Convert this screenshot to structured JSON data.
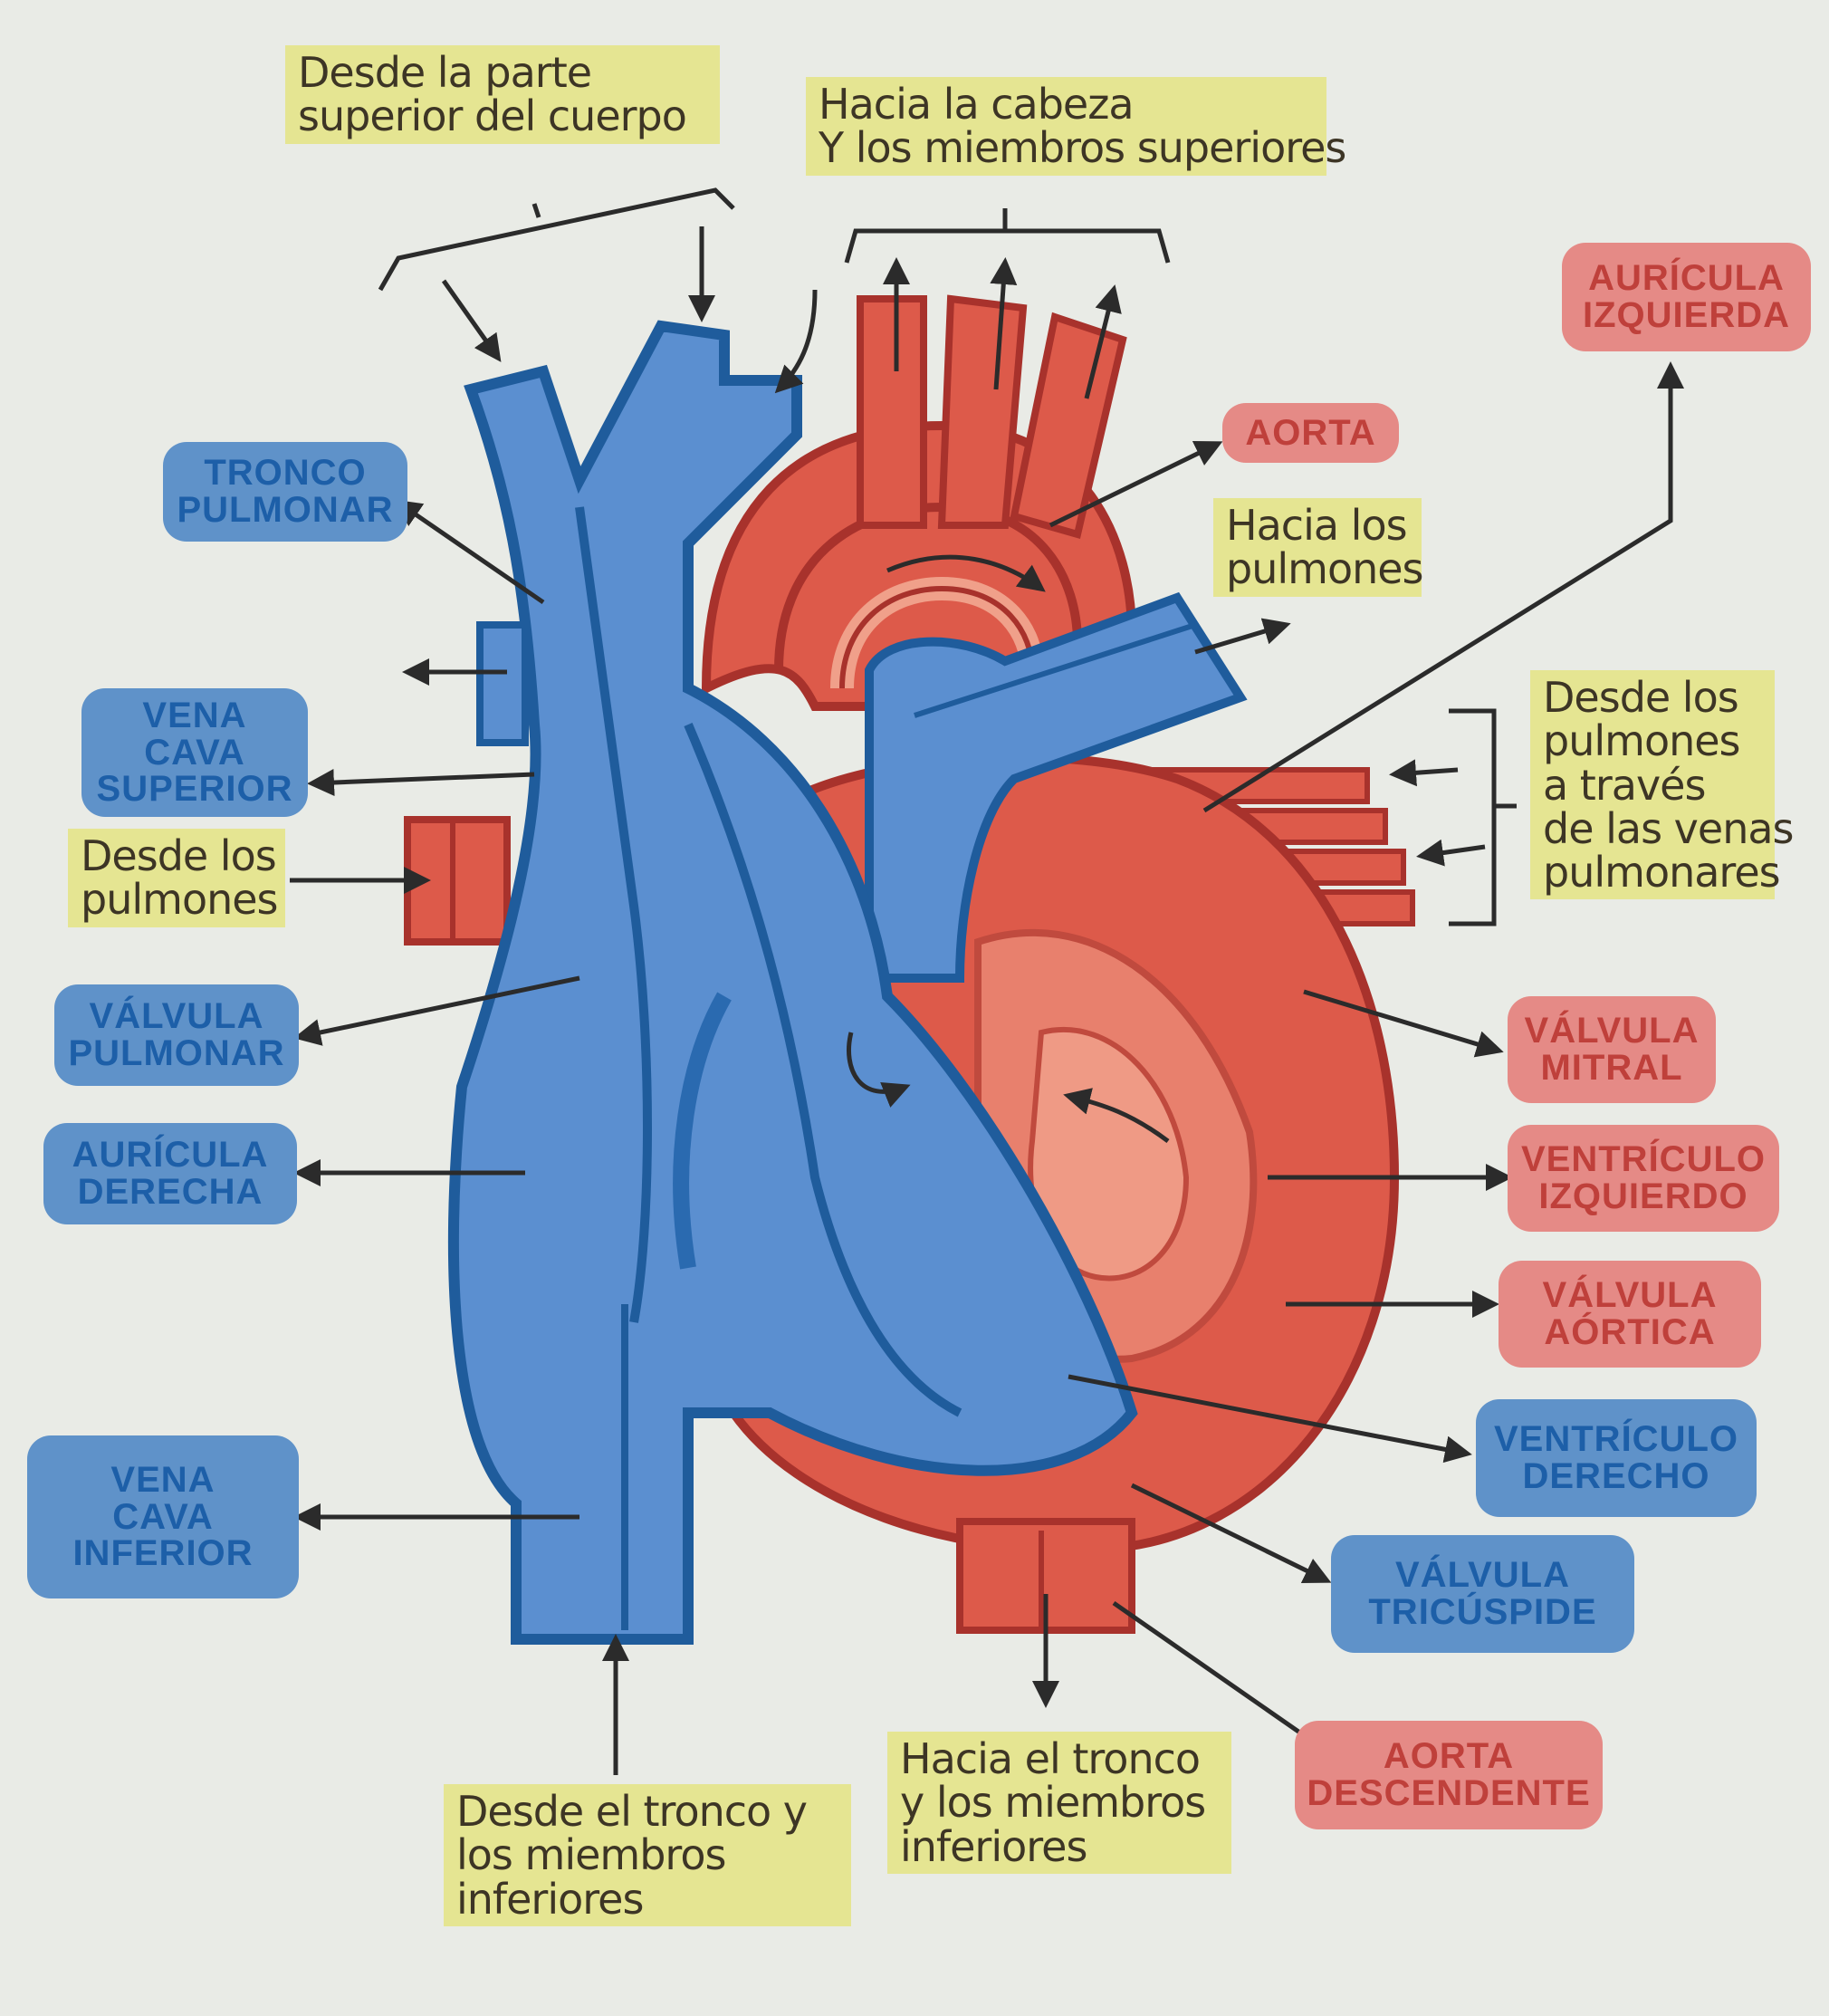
{
  "colors": {
    "background": "#e9ebe6",
    "venous_blue": "#5b8fd0",
    "venous_blue_dark": "#1f5c9c",
    "arterial_red": "#dd5a4a",
    "arterial_red_dark": "#a8322c",
    "note_yellow": "#e5e592"
  },
  "labels": {
    "tronco_pulmonar": [
      "TRONCO",
      "PULMONAR"
    ],
    "vena_cava_superior": [
      "VENA",
      "CAVA",
      "SUPERIOR"
    ],
    "valvula_pulmonar": [
      "VÁLVULA",
      "PULMONAR"
    ],
    "auricula_derecha": [
      "AURÍCULA",
      "DERECHA"
    ],
    "vena_cava_inferior": [
      "VENA",
      "CAVA",
      "INFERIOR"
    ],
    "auricula_izquierda": [
      "AURÍCULA",
      "IZQUIERDA"
    ],
    "aorta": [
      "AORTA"
    ],
    "valvula_mitral": [
      "VÁLVULA",
      "MITRAL"
    ],
    "ventriculo_izquierdo": [
      "VENTRÍCULO",
      "IZQUIERDO"
    ],
    "valvula_aortica": [
      "VÁLVULA",
      "AÓRTICA"
    ],
    "ventriculo_derecho": [
      "VENTRÍCULO",
      "DERECHO"
    ],
    "valvula_tricuspide": [
      "VÁLVULA",
      "TRICÚSPIDE"
    ],
    "aorta_descendente": [
      "AORTA",
      "DESCENDENTE"
    ]
  },
  "notes": {
    "desde_parte_superior": [
      "Desde la parte",
      "superior del cuerpo"
    ],
    "hacia_cabeza": [
      "Hacia la cabeza",
      "Y los miembros superiores"
    ],
    "hacia_pulmones": [
      "Hacia los",
      "pulmones"
    ],
    "desde_pulmones_izq": [
      "Desde los",
      "pulmones"
    ],
    "desde_pulmones_venas": [
      "Desde los",
      "pulmones",
      "a través",
      "de las venas",
      "pulmonares"
    ],
    "desde_tronco": [
      "Desde el tronco y",
      "los miembros",
      "inferiores"
    ],
    "hacia_tronco": [
      "Hacia el tronco",
      "y los miembros",
      "inferiores"
    ]
  }
}
